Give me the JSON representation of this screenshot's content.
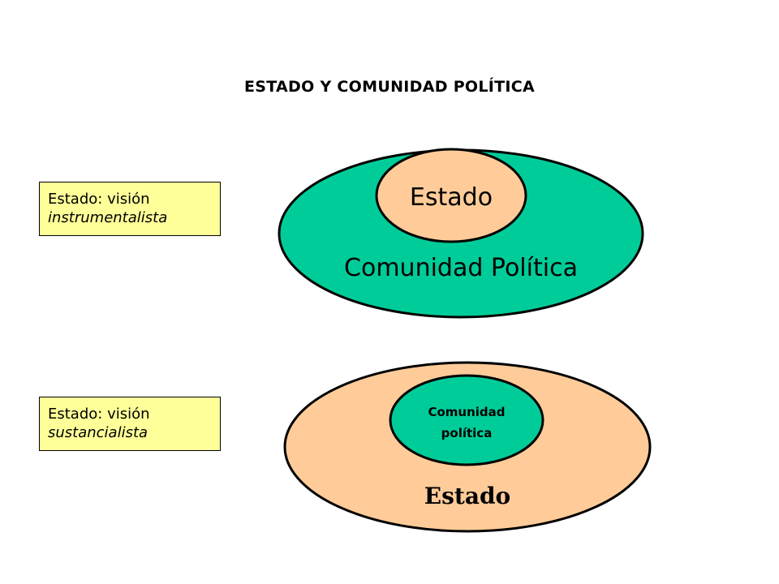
{
  "title": "ESTADO Y COMUNIDAD POLÍTICA",
  "colors": {
    "green": "#00cc99",
    "peach": "#ffcc99",
    "note_yellow": "#ffff99",
    "stroke": "#000000"
  },
  "diagram_instrumental": {
    "box_line1": "Estado: visión",
    "box_line2": "instrumentalista",
    "inner_label": "Estado",
    "outer_label": "Comunidad Política"
  },
  "diagram_sustancial": {
    "box_line1": "Estado: visión",
    "box_line2": "sustancialista",
    "inner_label_line1": "Comunidad",
    "inner_label_line2": "política",
    "outer_label": "Estado"
  }
}
